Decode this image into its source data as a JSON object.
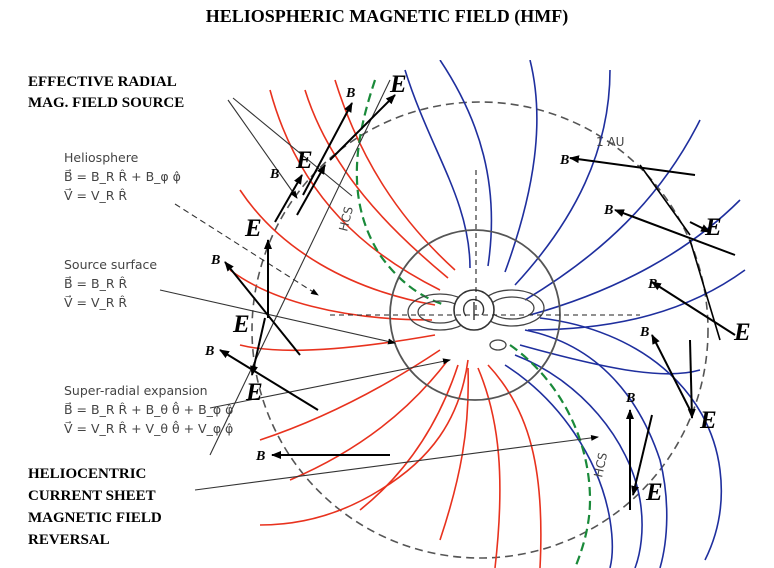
{
  "title": "HELIOSPHERIC MAGNETIC FIELD (HMF)",
  "labels": {
    "effective_radial_1": "EFFECTIVE RADIAL",
    "effective_radial_2": "MAG. FIELD SOURCE",
    "current_sheet_1": "HELIOCENTRIC",
    "current_sheet_2": "CURRENT SHEET",
    "current_sheet_3": "MAGNETIC FIELD",
    "current_sheet_4": "REVERSAL"
  },
  "annotations": {
    "heliosphere": {
      "heading": "Heliosphere",
      "eq_b": "B⃗ = B_R R̂ + B_φ φ̂",
      "eq_v": "V⃗ = V_R R̂"
    },
    "source_surface": {
      "heading": "Source surface",
      "eq_b": "B⃗ = B_R R̂",
      "eq_v": "V⃗ = V_R R̂"
    },
    "super_radial": {
      "heading": "Super-radial expansion",
      "eq_b": "B⃗ = B_R R̂ + B_θ θ̂ + B_φ φ̂",
      "eq_v": "V⃗ = V_R R̂ + V_θ θ̂ + V_φ φ̂"
    }
  },
  "markers": {
    "au": "1 AU",
    "hcs": "HCS",
    "e": "E",
    "b": "B"
  },
  "colors": {
    "blue_field": "#1f2f9e",
    "red_field": "#e8321e",
    "hcs": "#1a8a3a",
    "circle": "#555555",
    "vector": "#000000"
  }
}
